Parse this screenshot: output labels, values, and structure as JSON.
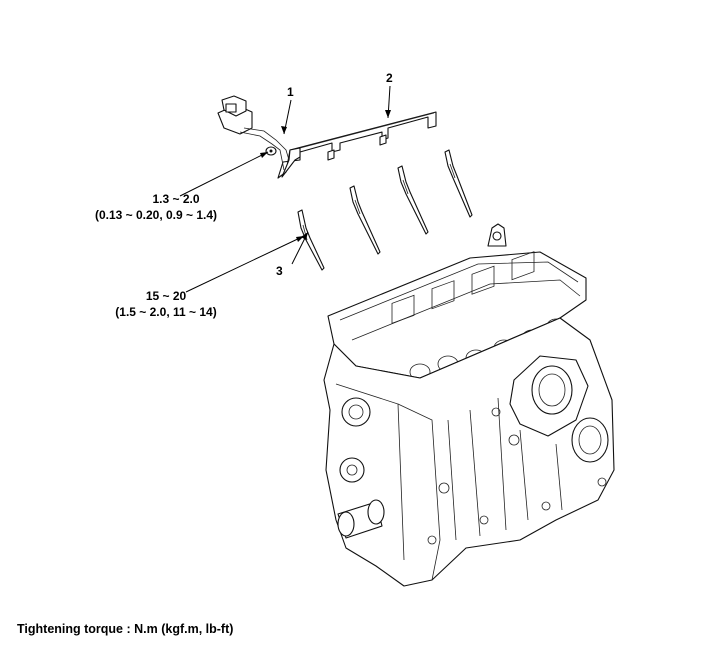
{
  "callouts": [
    {
      "number": "1"
    },
    {
      "number": "2"
    },
    {
      "number": "3"
    }
  ],
  "specs": {
    "harness_torque": {
      "line1": "1.3 ~ 2.0",
      "line2": "(0.13 ~ 0.20, 0.9 ~ 1.4)"
    },
    "plug_torque": {
      "line1": "15 ~ 20",
      "line2": "(1.5 ~ 2.0, 11 ~ 14)"
    }
  },
  "footer": {
    "text": "Tightening torque : N.m (kgf.m, lb-ft)"
  }
}
